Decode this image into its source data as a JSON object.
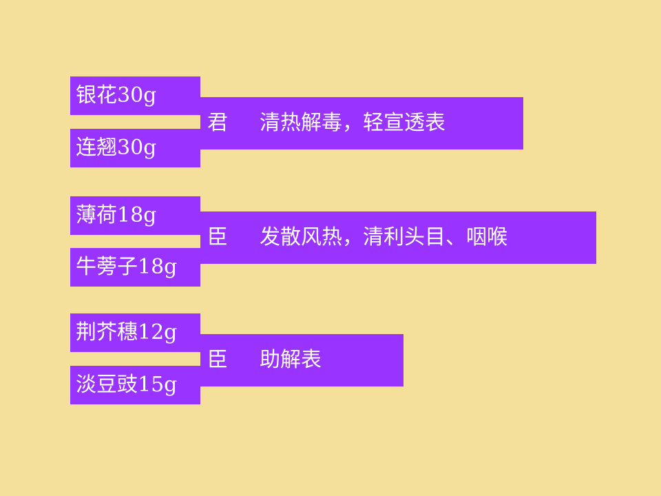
{
  "groups": [
    {
      "herbs": [
        "银花30g",
        "连翘30g"
      ],
      "role": "君",
      "function": "清热解毒，轻宣透表"
    },
    {
      "herbs": [
        "薄荷18g",
        "牛蒡子18g"
      ],
      "role": "臣",
      "function": "发散风热，清利头目、咽喉"
    },
    {
      "herbs": [
        "荆芥穗12g",
        "淡豆豉15g"
      ],
      "role": "臣",
      "function": "助解表"
    }
  ],
  "colors": {
    "background": "#f4df9b",
    "box": "#9933ff",
    "text": "#ffffff"
  }
}
